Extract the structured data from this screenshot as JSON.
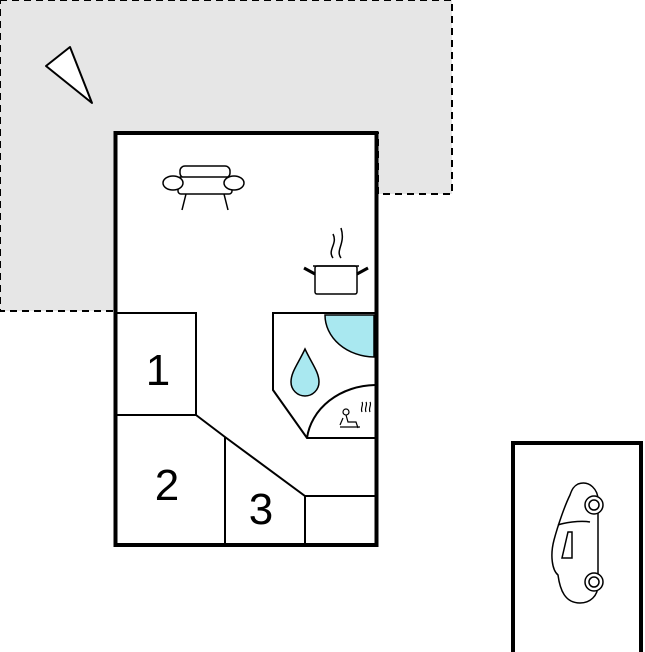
{
  "floorplan": {
    "rooms": [
      {
        "id": "bedroom-1",
        "label": "1"
      },
      {
        "id": "bedroom-2",
        "label": "2"
      },
      {
        "id": "bedroom-3",
        "label": "3"
      }
    ],
    "icons": [
      "compass-north-icon",
      "sofa-icon",
      "cooking-pot-icon",
      "water-drop-icon",
      "sauna-icon",
      "car-icon"
    ],
    "colors": {
      "terrace_fill": "#e6e6e6",
      "water": "#a9e8f0",
      "wall": "#000000"
    }
  }
}
